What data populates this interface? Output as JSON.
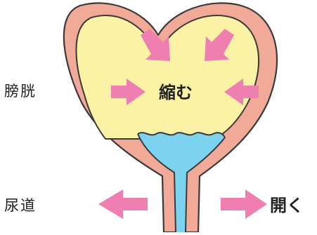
{
  "labels": {
    "bladder": "膀胱",
    "urethra": "尿道",
    "contract": "縮む",
    "open": "開く"
  },
  "colors": {
    "wall_outer": "#f2aa98",
    "wall_line": "#3a3a3a",
    "bladder_fill": "#fbf2a6",
    "urine": "#7cd3f0",
    "arrow": "#ee7fb0",
    "text": "#222222"
  },
  "icons": {
    "squeeze_arrows": "arrow-inward-icon",
    "open_arrows": "arrow-outward-icon"
  }
}
